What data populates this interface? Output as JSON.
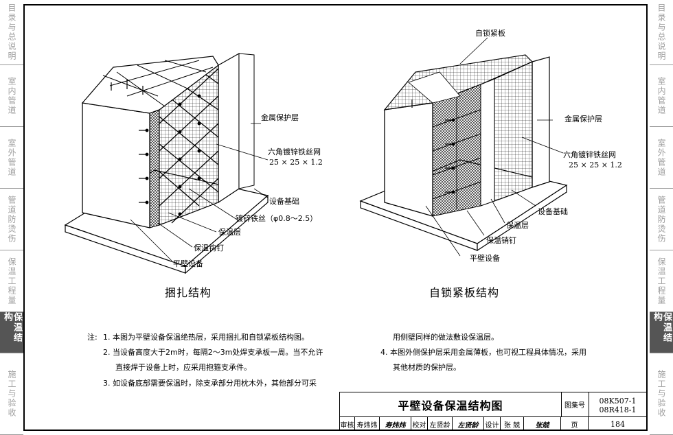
{
  "sidebar_left": [
    "目录与总说明",
    "室内管道",
    "室外管道",
    "管道防烫伤",
    "保温工程量",
    "保温结构",
    "施工与验收"
  ],
  "sidebar_right": [
    "目录与总说明",
    "室内管道",
    "室外管道",
    "管道防烫伤",
    "保温工程量",
    "保温结构",
    "施工与验收"
  ],
  "active_tab": "保温结构",
  "left_diagram": {
    "caption": "捆扎结构",
    "labels": {
      "metal": "金属保护层",
      "mesh": "六角镀锌铁丝网",
      "mesh_size": "25 × 25 × 1.2",
      "base": "设备基础",
      "wire": "镀锌铁丝（φ0.8～2.5）",
      "insul": "保温层",
      "hook": "保温钩钉",
      "equip": "平壁设备"
    }
  },
  "right_diagram": {
    "caption": "自锁紧板结构",
    "labels": {
      "lock": "自锁紧板",
      "metal": "金属保护层",
      "mesh": "六角镀锌铁丝网",
      "mesh_size": "25 × 25 × 1.2",
      "base": "设备基础",
      "insul": "保温层",
      "pin": "保温销钉",
      "equip": "平壁设备"
    }
  },
  "notes": {
    "prefix": "注:",
    "n1": "1.  本图为平壁设备保温绝热层，采用捆扎和自锁紧板结构图。",
    "n2a": "2.  当设备高度大于2m时，每隔2～3m处焊支承板一周。当不允许",
    "n2b": "直接焊于设备上时，应采用抱箍支承件。",
    "n3a": "3.  如设备底部需要保温时，除支承部分用枕木外，其他部分可采",
    "n3b": "用侧壁同样的做法敷设保温层。",
    "n4a": "4.  本图外侧保护层采用金属薄板，也可视工程具体情况，采用",
    "n4b": "其他材质的保护层。"
  },
  "title_block": {
    "title": "平壁设备保温结构图",
    "atlas_label": "图集号",
    "atlas_no_1": "08K507-1",
    "atlas_no_2": "08R418-1",
    "review": "审核",
    "reviewer": "寿炜炜",
    "check": "校对",
    "checker": "左贤龄",
    "design": "设计",
    "designer": "张  兢",
    "page_label": "页",
    "page_no": "184"
  }
}
